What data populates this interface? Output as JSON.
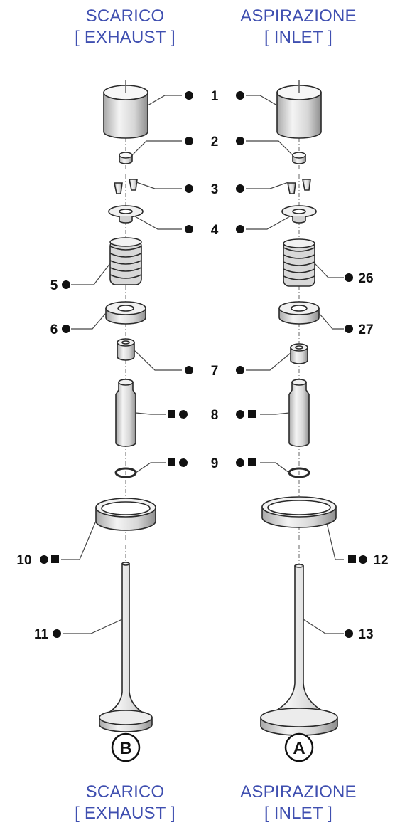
{
  "top_labels": {
    "left": {
      "line1": "SCARICO",
      "line2": "[ EXHAUST ]"
    },
    "right": {
      "line1": "ASPIRAZIONE",
      "line2": "[ INLET ]"
    }
  },
  "bottom_labels": {
    "left": {
      "line1": "SCARICO",
      "line2": "[ EXHAUST ]"
    },
    "right": {
      "line1": "ASPIRAZIONE",
      "line2": "[ INLET ]"
    }
  },
  "part_numbers": {
    "p1": "1",
    "p2": "2",
    "p3": "3",
    "p4": "4",
    "p5": "5",
    "p6": "6",
    "p7": "7",
    "p8": "8",
    "p9": "9",
    "p10": "10",
    "p11": "11",
    "p12": "12",
    "p13": "13",
    "p26": "26",
    "p27": "27"
  },
  "assembly_markers": {
    "left": "B",
    "right": "A"
  },
  "colors": {
    "heading": "#3f4fb0",
    "marker": "#111111",
    "part_fill": "#e2e2e2",
    "part_stroke": "#2a2a2a"
  }
}
